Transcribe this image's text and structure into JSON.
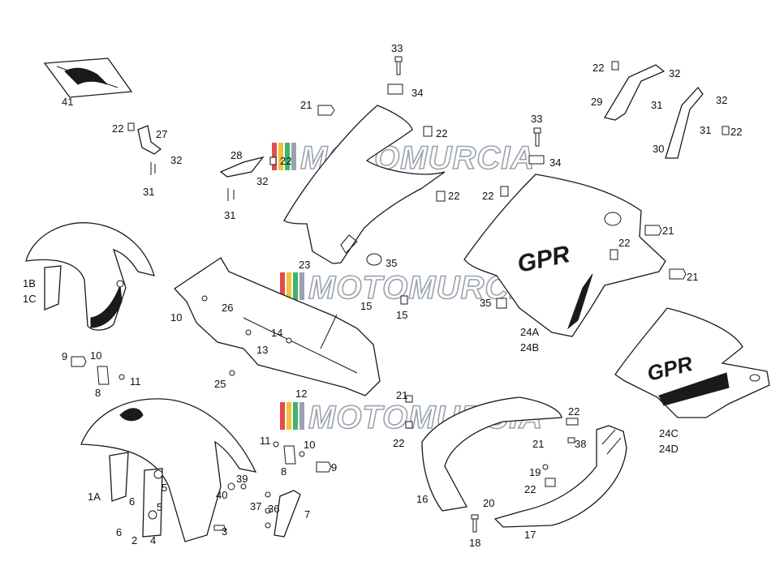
{
  "watermark": {
    "text": "MOTOMURCIA",
    "stripe_colors": [
      "#e34b4b",
      "#f0c23a",
      "#3fb36b",
      "#9aa3ad"
    ]
  },
  "parts": {
    "41": "41",
    "33a": "33",
    "34a": "34",
    "21a": "21",
    "22a": "22",
    "22b": "22",
    "23": "23",
    "35a": "35",
    "15a": "15",
    "15b": "15",
    "22c": "22",
    "27": "27",
    "32a": "32",
    "31a": "31",
    "28": "28",
    "22d": "22",
    "32b": "32",
    "31b": "31",
    "22e": "22",
    "32c": "32",
    "29": "29",
    "31c": "31",
    "32d": "32",
    "31d": "31",
    "22f": "22",
    "30": "30",
    "33b": "33",
    "34b": "34",
    "22g": "22",
    "21b": "21",
    "22h": "22",
    "21c": "21",
    "35b": "35",
    "24A": "24A",
    "24B": "24B",
    "1B": "1B",
    "1C": "1C",
    "10a": "10",
    "26": "26",
    "14": "14",
    "13": "13",
    "9a": "9",
    "10b": "10",
    "11a": "11",
    "8a": "8",
    "25": "25",
    "12": "12",
    "21d": "21",
    "24C": "24C",
    "24D": "24D",
    "1A": "1A",
    "6a": "6",
    "6b": "6",
    "2": "2",
    "4": "4",
    "5a": "5",
    "5b": "5",
    "40": "40",
    "39": "39",
    "3": "3",
    "11b": "11",
    "10c": "10",
    "8b": "8",
    "9b": "9",
    "37": "37",
    "36": "36",
    "7": "7",
    "22i": "22",
    "16": "16",
    "20": "20",
    "18": "18",
    "22j": "22",
    "21e": "21",
    "38": "38",
    "19": "19",
    "22k": "22",
    "17": "17"
  }
}
